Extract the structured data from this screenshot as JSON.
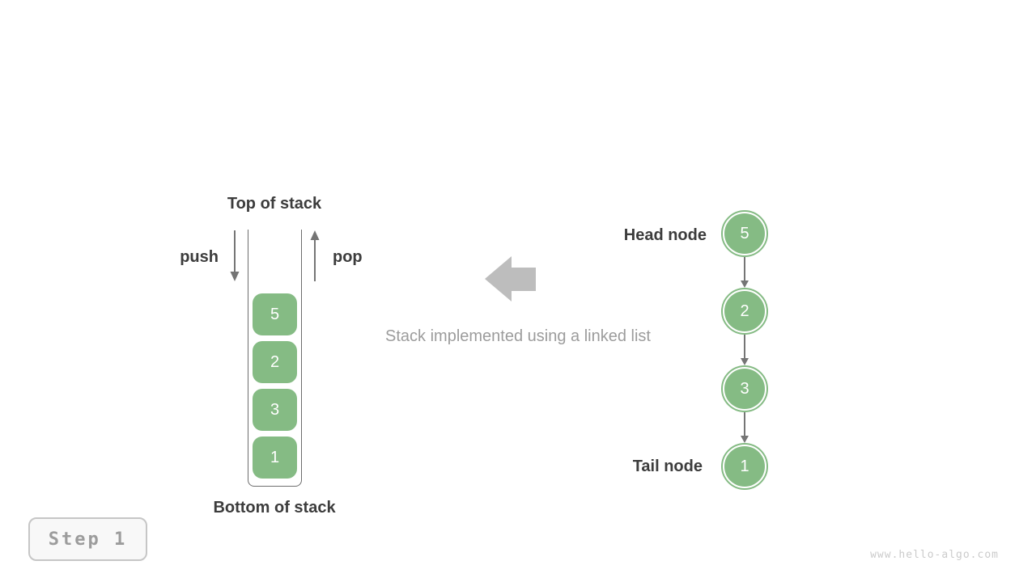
{
  "figure": {
    "stack": {
      "top_label": "Top of stack",
      "bottom_label": "Bottom of stack",
      "push_label": "push",
      "pop_label": "pop",
      "items_top_to_bottom": [
        "5",
        "2",
        "3",
        "1"
      ]
    },
    "caption": "Stack implemented using a linked list",
    "linked_list": {
      "head_label": "Head node",
      "tail_label": "Tail node",
      "nodes_head_to_tail": [
        "5",
        "2",
        "3",
        "1"
      ]
    },
    "step_badge": "Step 1",
    "watermark": "www.hello-algo.com"
  },
  "colors": {
    "node_green": "#85bb84",
    "node_text": "#ffffff",
    "arrow_gray": "#757575",
    "wall_gray": "#6e6e6e",
    "label_dark": "#3c3c3c",
    "caption_gray": "#9c9c9c",
    "block_arrow_gray": "#bdbdbd",
    "badge_text": "#9c9c9c",
    "badge_border": "#c6c6c6",
    "badge_bg": "#f8f8f8",
    "watermark_gray": "#cbcbcb",
    "canvas_bg": "#ffffff"
  }
}
